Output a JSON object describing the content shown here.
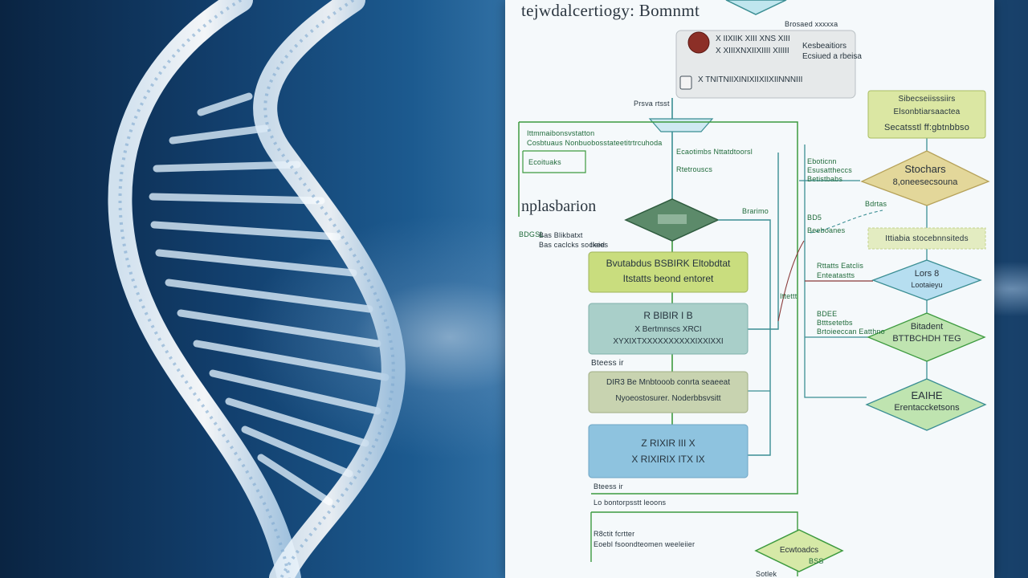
{
  "diagram": {
    "title": "tejwdalcertiogy: Bomnmt",
    "section_label": "nplasbarion",
    "top_box": {
      "line1": "X IIXIIK XIII XNS XIII",
      "line2": "X XIIIXNXIIXIIII XIIIII",
      "side1": "Kesbeaitiors",
      "side2": "Ecsiued a rbeisa",
      "bottom": "X TNITNIIXINIXIIXIIXIINNNIII"
    },
    "notes": {
      "top_center": "Brosaed xxxxxa",
      "arrow_label": "Prsva rtsst",
      "left_note1": "Ittmmaibonsvstatton",
      "left_note2": "Cosbtuaus Nonbuobosstateetitrtrcuhoda",
      "left_note3": "Ecoituaks",
      "mid_note1": "Ecaotimbs  Nttatdtoorsl",
      "mid_note2": "Rtetrouscs",
      "mid_note3": "Brarimo",
      "left_side1": "Bas  Blikbatxt",
      "left_side2": "Bas  caclcks socked",
      "left_side3": "Ileies",
      "left_gap": "BDGSL",
      "bottom_note1": "Bteess ir",
      "bottom_note2": "Lo bontorpsstt leoons",
      "bottom_left1": "R8ctit fcrtter",
      "bottom_left2": "Eoebl fsoondteomen weeleiier",
      "bottom_under1": "Ecwtoadcs",
      "bottom_under2": "Sotlek"
    },
    "boxes": {
      "green": {
        "line1": "Bvutabdus BSBIRK  Eltobdtat",
        "line2": "Itstatts  beond  entoret"
      },
      "teal": {
        "line1": "R  BIBIR  I B",
        "line2": "X  Bertmnscs  XRCI",
        "line3": "XYXIXTXXXXXXXXXXIXXIXXI"
      },
      "olive": {
        "line1": "DIR3 Be  Mnbtooob conrta seaeeat",
        "line2": "Nyoeostosurer.    Noderbbsvsitt"
      },
      "blue": {
        "line1": "Z RIXIR  III X",
        "line2": "X RIXIRIX ITX IX"
      }
    },
    "right_column": {
      "box": {
        "line1": "Sibecseiisssiirs",
        "line2": "Elsonbtiarsaactea",
        "line3": "Secatsstl ff:gbtnbbso"
      },
      "diamond1": {
        "line1": "Stochars",
        "line2": "8,oneesecsouna"
      },
      "strip": "Ittiabia stocebnnsiteds",
      "diamond2": {
        "line1": "Lors 8",
        "line2": "Lootaieyu"
      },
      "diamond3": {
        "line1": "Bitadent",
        "line2": "BTTBCHDH TEG"
      },
      "diamond4": {
        "line1": "EAIHE",
        "line2": "Erentaccketsons"
      }
    },
    "side_notes": {
      "r1": "Eboticnn",
      "r2": "Esusattheccs",
      "r3": "Betistbabs",
      "r4": "BD5",
      "r5": "Beeboanes",
      "r6": "Rttatts  Eatclis",
      "r7": "Enteatastts",
      "r8": "BDEE",
      "r9": "Btttsetetbs",
      "r10": "Brtoieeccan Eatthno",
      "r11": "Bdrtas",
      "r12": "BSS",
      "mid_right": "Ittettt"
    },
    "colors": {
      "line_green": "#3d9a3f",
      "line_teal": "#3b8e93",
      "box_green": "#c9dd7e",
      "box_teal": "#a9cfc9",
      "box_olive": "#c8d3b0",
      "box_blue": "#8ec3df",
      "diamond_gold": "#e3d79a",
      "diamond_green": "#bfe4b0",
      "diamond_blue": "#b6def0"
    }
  }
}
